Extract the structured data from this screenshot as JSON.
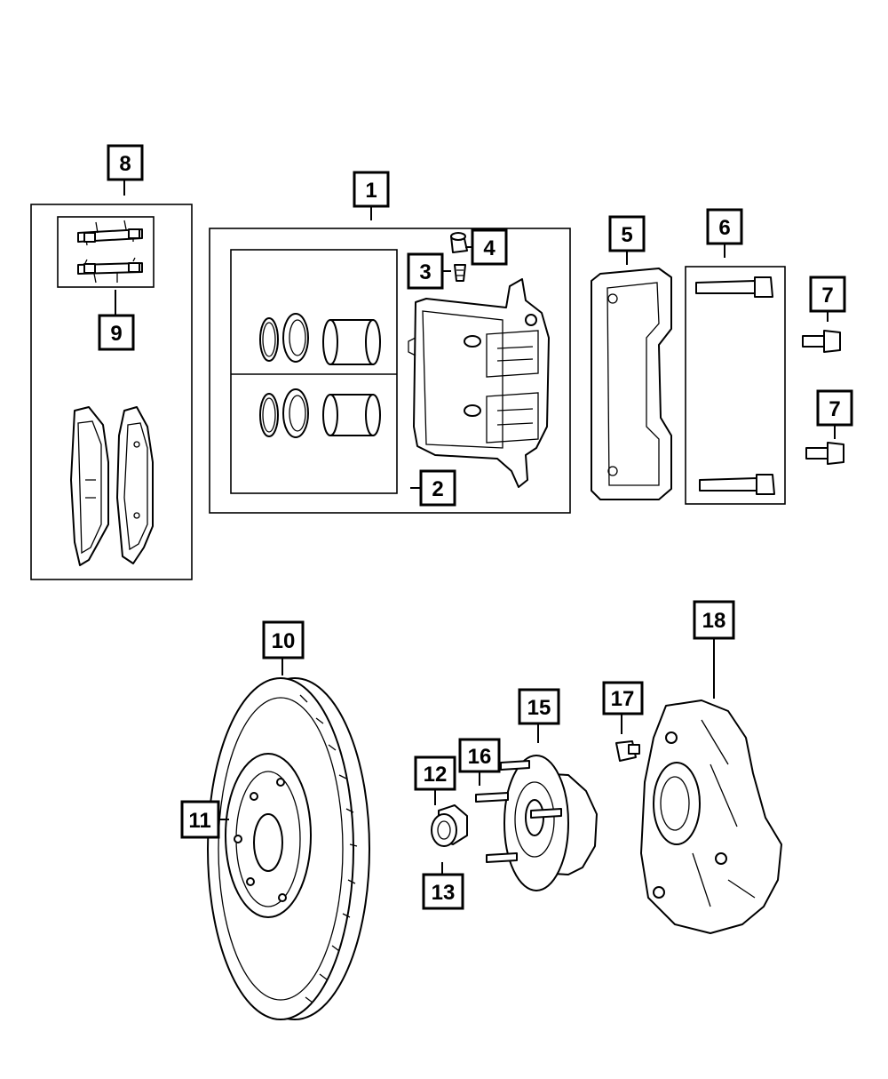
{
  "callouts": {
    "c1": "1",
    "c2": "2",
    "c3": "3",
    "c4": "4",
    "c5": "5",
    "c6": "6",
    "c7a": "7",
    "c7b": "7",
    "c8": "8",
    "c9": "9",
    "c10": "10",
    "c11": "11",
    "c12": "12",
    "c13": "13",
    "c15": "15",
    "c16": "16",
    "c17": "17",
    "c18": "18"
  },
  "colors": {
    "line": "#000000",
    "background": "#ffffff"
  }
}
